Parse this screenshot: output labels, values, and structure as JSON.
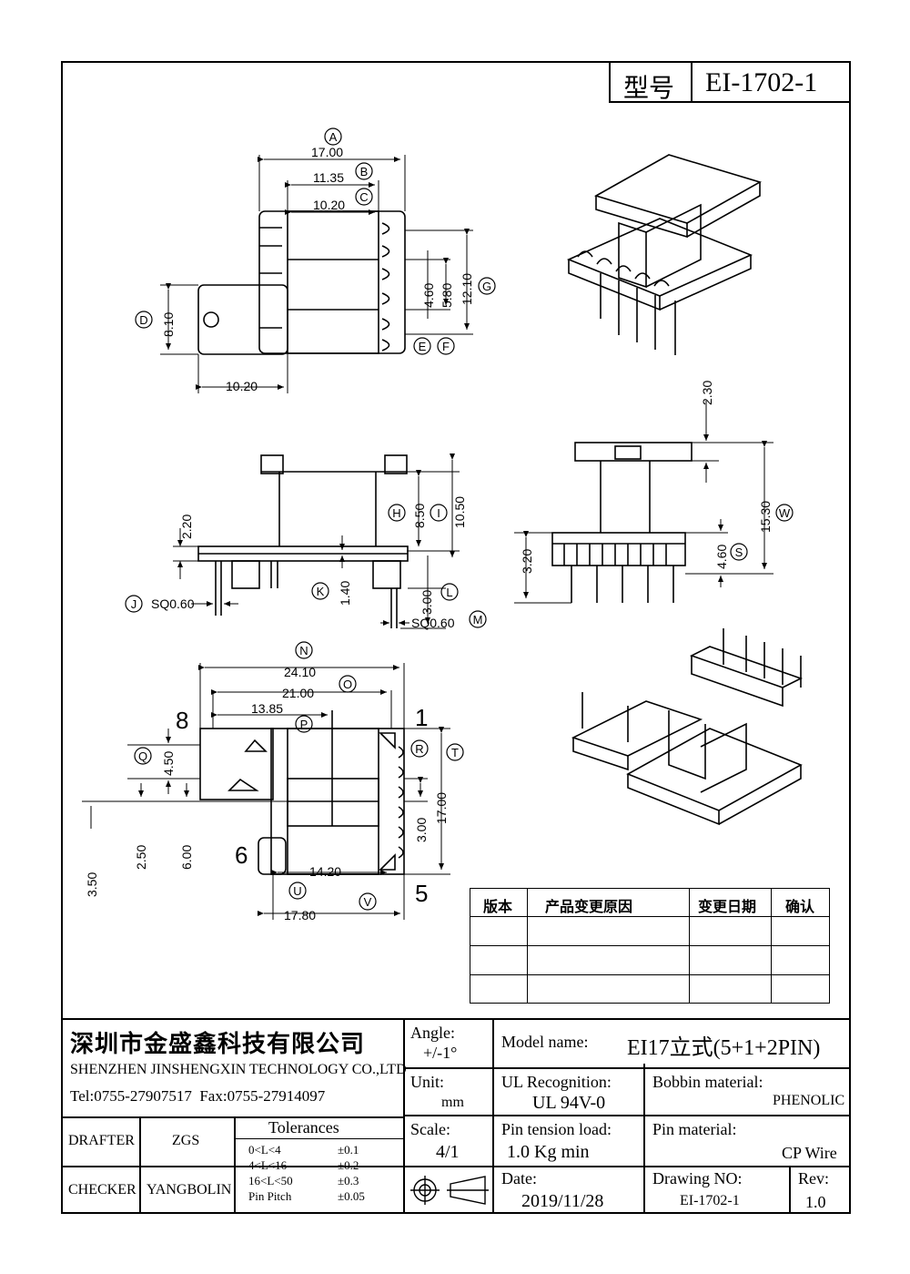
{
  "model_box": {
    "label": "型号",
    "value": "EI-1702-1"
  },
  "dims": {
    "A": "17.00",
    "B": "11.35",
    "C": "10.20",
    "D": "8.10",
    "E_F_label": "",
    "G": "12.10",
    "g1": "4.60",
    "g2": "5.80",
    "w1": "10.20",
    "H": "8.50",
    "I": "10.50",
    "h22": "2.20",
    "K": "1.40",
    "L": "3.00",
    "J": "SQ0.60",
    "M": "SQ0.60",
    "top230": "2.30",
    "W": "15.30",
    "S": "4.60",
    "s320": "3.20",
    "N": "24.10",
    "O": "21.00",
    "P": "13.85",
    "Q": "4.50",
    "T": "17.00",
    "r300": "3.00",
    "U": "14.20",
    "V": "17.80",
    "q250": "2.50",
    "q600": "6.00",
    "q350": "3.50"
  },
  "circles": [
    "A",
    "B",
    "C",
    "D",
    "E",
    "F",
    "G",
    "H",
    "I",
    "J",
    "K",
    "L",
    "M",
    "N",
    "O",
    "P",
    "Q",
    "R",
    "S",
    "T",
    "U",
    "V",
    "W"
  ],
  "pins": {
    "p8": "8",
    "p1": "1",
    "p6": "6",
    "p5": "5"
  },
  "rev_table": {
    "headers": [
      "版本",
      "产品变更原因",
      "变更日期",
      "确认"
    ]
  },
  "title_block": {
    "company_cn": "深圳市金盛鑫科技有限公司",
    "company_en": "SHENZHEN JINSHENGXIN TECHNOLOGY CO.,LTD",
    "tel_fax": "Tel:0755-27907517  Fax:0755-27914097",
    "angle_label": "Angle:",
    "angle_value": "+/-1°",
    "model_label": "Model name:",
    "model_value": "EI17立式(5+1+2PIN)",
    "unit_label": "Unit:",
    "unit_value": "mm",
    "ul_label": "UL Recognition:",
    "ul_value": "UL 94V-0",
    "bobbin_label": "Bobbin material:",
    "bobbin_value": "PHENOLIC",
    "drafter_label": "DRAFTER",
    "drafter_value": "ZGS",
    "tol_title": "Tolerances",
    "tol_rows": [
      {
        "range": "0<L<4",
        "tol": "±0.1"
      },
      {
        "range": "4<L<16",
        "tol": "±0.2"
      },
      {
        "range": "16<L<50",
        "tol": "±0.3"
      },
      {
        "range": "Pin Pitch",
        "tol": "±0.05"
      }
    ],
    "scale_label": "Scale:",
    "scale_value": "4/1",
    "pin_tension_label": "Pin tension load:",
    "pin_tension_value": "1.0 Kg min",
    "pin_mat_label": "Pin material:",
    "pin_mat_value": "CP Wire",
    "checker_label": "CHECKER",
    "checker_value": "YANGBOLIN",
    "date_label": "Date:",
    "date_value": "2019/11/28",
    "drawing_label": "Drawing NO:",
    "drawing_value": "EI-1702-1",
    "rev_label": "Rev:",
    "rev_value": "1.0"
  }
}
